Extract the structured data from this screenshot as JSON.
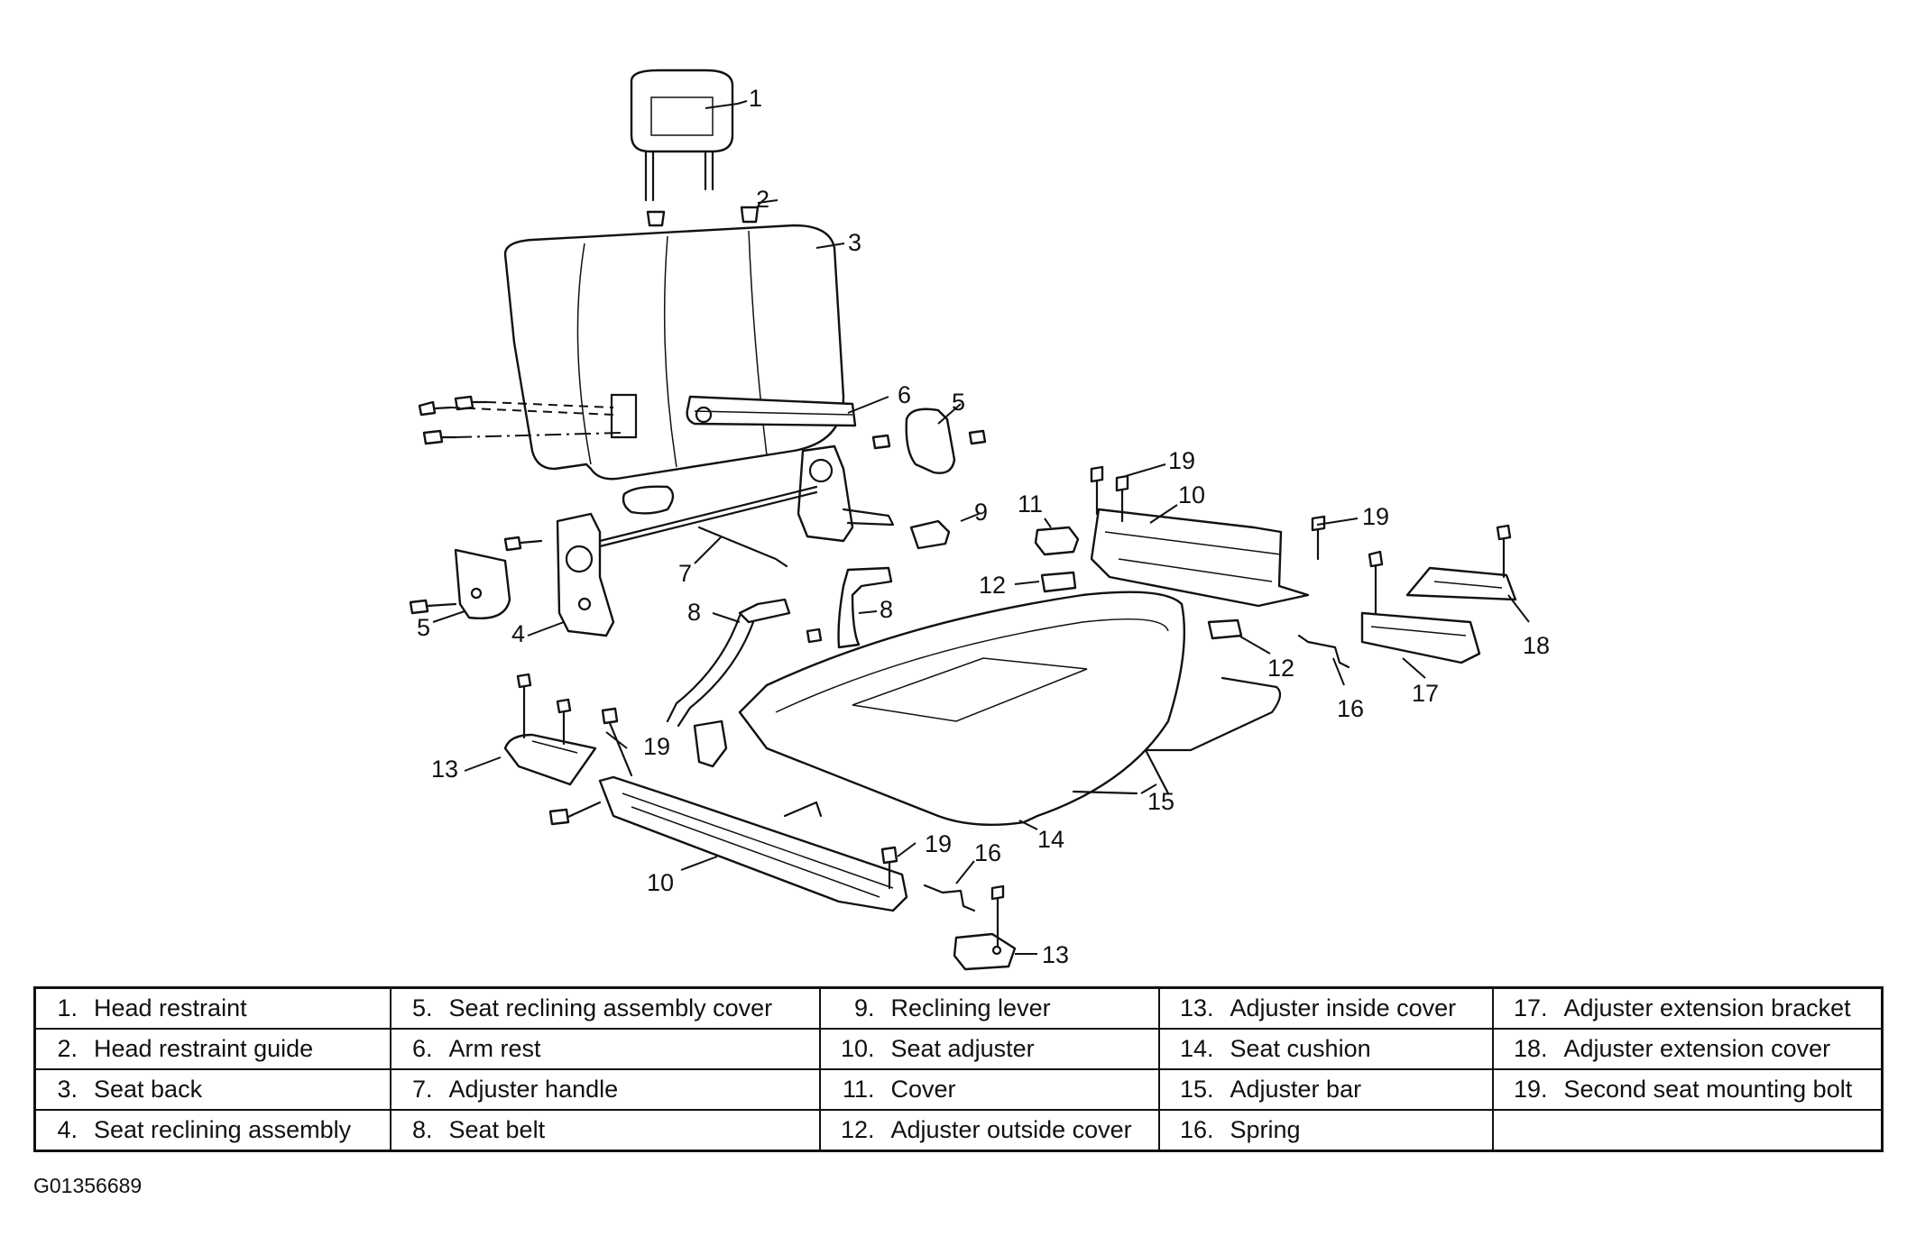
{
  "callouts": [
    "1",
    "2",
    "3",
    "5",
    "6",
    "5",
    "19",
    "9",
    "11",
    "10",
    "19",
    "7",
    "12",
    "8",
    "8",
    "5",
    "4",
    "12",
    "18",
    "16",
    "17",
    "19",
    "13",
    "15",
    "14",
    "10",
    "19",
    "16",
    "13"
  ],
  "legend": [
    [
      {
        "num": "1.",
        "label": "Head restraint"
      },
      {
        "num": "5.",
        "label": "Seat reclining assembly cover"
      },
      {
        "num": "9.",
        "label": "Reclining lever"
      },
      {
        "num": "13.",
        "label": "Adjuster inside cover"
      },
      {
        "num": "17.",
        "label": "Adjuster extension bracket"
      }
    ],
    [
      {
        "num": "2.",
        "label": "Head restraint guide"
      },
      {
        "num": "6.",
        "label": "Arm rest"
      },
      {
        "num": "10.",
        "label": "Seat adjuster"
      },
      {
        "num": "14.",
        "label": "Seat cushion"
      },
      {
        "num": "18.",
        "label": "Adjuster extension cover"
      }
    ],
    [
      {
        "num": "3.",
        "label": "Seat back"
      },
      {
        "num": "7.",
        "label": "Adjuster handle"
      },
      {
        "num": "11.",
        "label": "Cover"
      },
      {
        "num": "15.",
        "label": "Adjuster bar"
      },
      {
        "num": "19.",
        "label": "Second seat mounting bolt"
      }
    ],
    [
      {
        "num": "4.",
        "label": "Seat reclining assembly"
      },
      {
        "num": "8.",
        "label": "Seat belt"
      },
      {
        "num": "12.",
        "label": "Adjuster outside cover"
      },
      {
        "num": "16.",
        "label": "Spring"
      },
      {
        "num": "",
        "label": ""
      }
    ]
  ],
  "figure_id": "G01356689"
}
